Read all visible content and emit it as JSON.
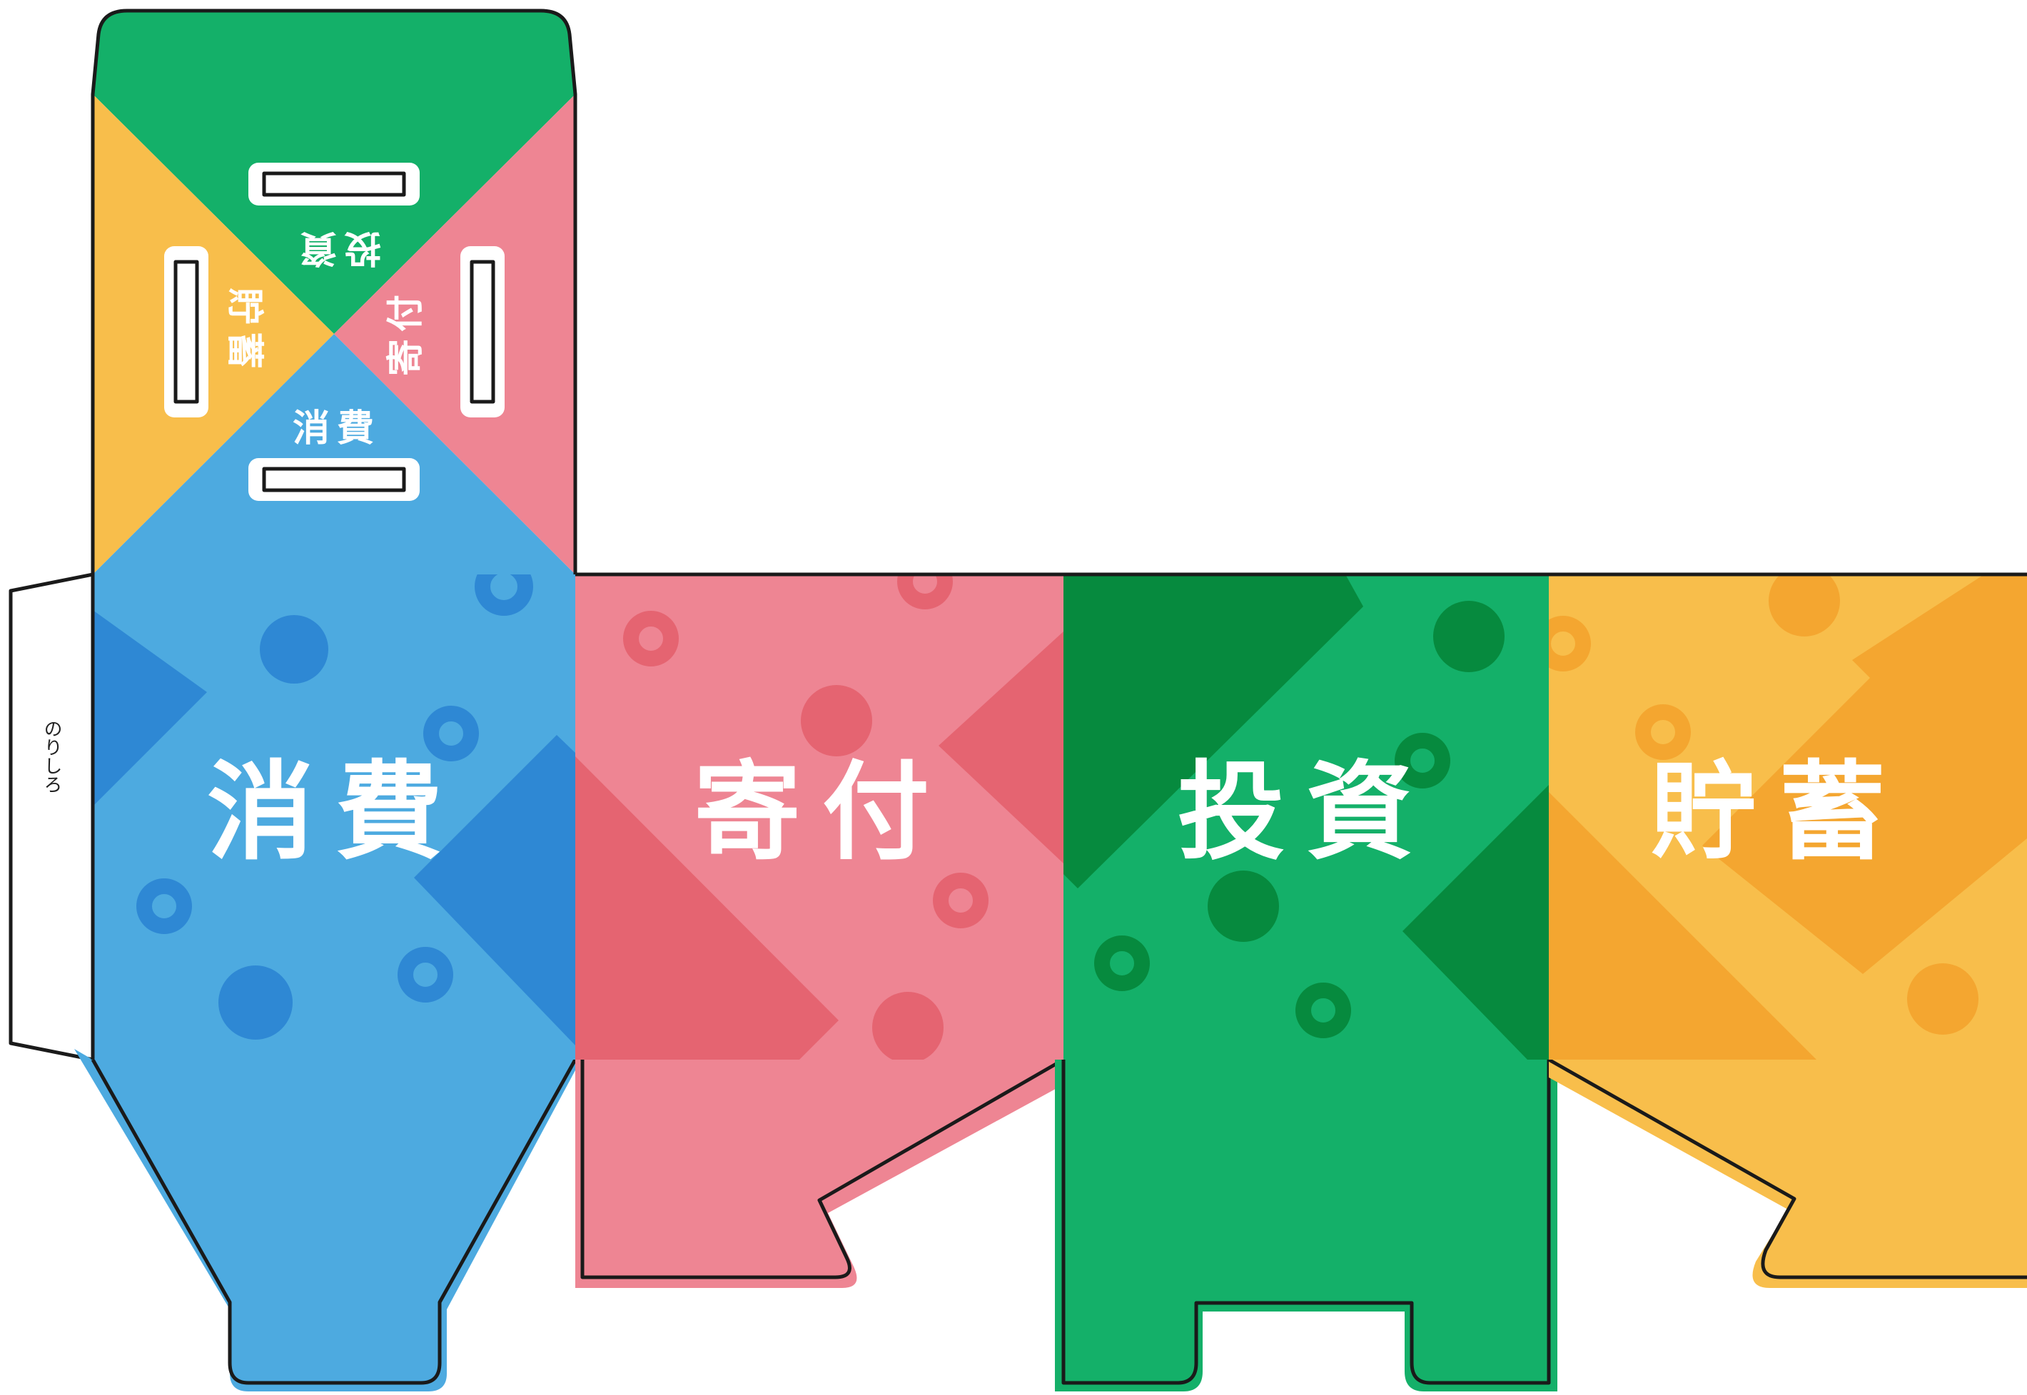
{
  "panels": {
    "consumption": {
      "label": "消費",
      "color": "#4DAAE0",
      "accent": "#2E88D4"
    },
    "donation": {
      "label": "寄付",
      "color": "#EE8593",
      "accent": "#E56471"
    },
    "investment": {
      "label": "投資",
      "color": "#14B069",
      "accent": "#068A3E"
    },
    "savings": {
      "label": "貯蓄",
      "color": "#F8BE4B",
      "accent": "#F4A630"
    }
  },
  "top_face": {
    "investment_label": "投資",
    "savings_label": "貯蓄",
    "donation_label": "寄付",
    "consumption_label": "消費"
  },
  "glue_tab": {
    "label": "のりしろ"
  }
}
